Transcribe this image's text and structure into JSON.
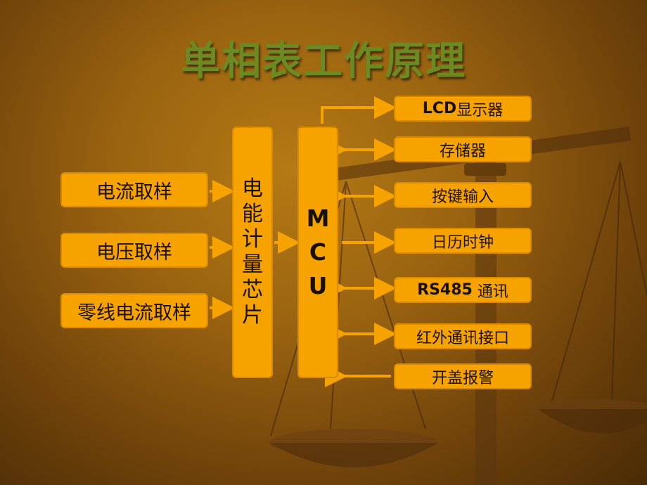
{
  "title": "单相表工作原理",
  "inputs": {
    "current": "电流取样",
    "voltage": "电压取样",
    "neutral": "零线电流取样"
  },
  "chip": [
    "电",
    "能",
    "计",
    "量",
    "芯",
    "片"
  ],
  "mcu": [
    "M",
    "C",
    "U"
  ],
  "outputs": {
    "lcd_a": "LCD",
    "lcd_b": "显示器",
    "storage": "存储器",
    "keys": "按键输入",
    "clock": "日历时钟",
    "rs485_a": "RS485",
    "rs485_b": " 通讯",
    "ir": "红外通讯接口",
    "cover": "开盖报警"
  },
  "colors": {
    "box": "#f6a300",
    "arrow": "#f6a300",
    "title": "#6b8a22"
  }
}
